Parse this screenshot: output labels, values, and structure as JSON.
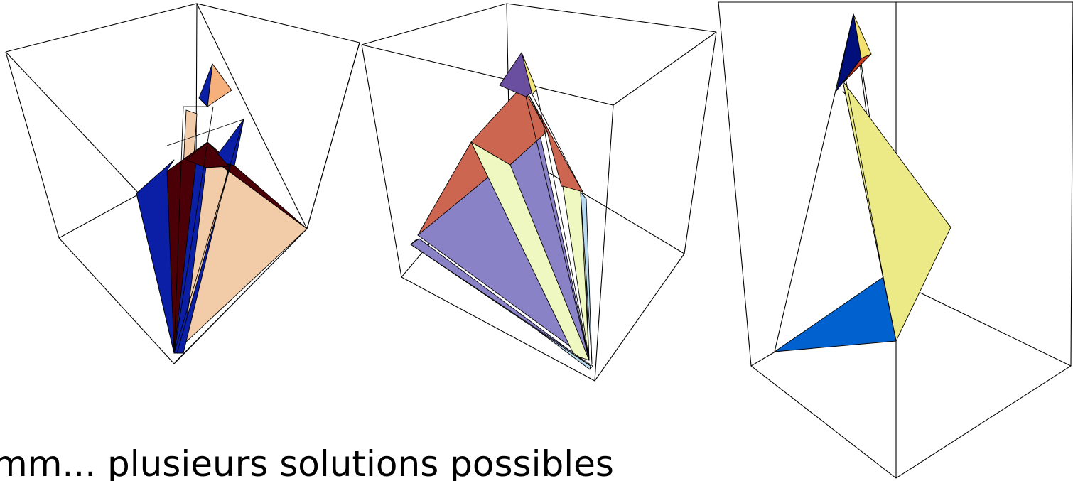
{
  "caption": {
    "text": "mm... plusieurs solutions possibles"
  },
  "figures": [
    {
      "name": "polyhedron-1",
      "colors": [
        "#0a1fa6",
        "#f2cba8",
        "#4a0006",
        "#f5b07c"
      ]
    },
    {
      "name": "polyhedron-2",
      "colors": [
        "#8a82c6",
        "#cc6650",
        "#eef8c0",
        "#6a4ea0",
        "#f2e67a",
        "#b8daf0"
      ]
    },
    {
      "name": "polyhedron-3",
      "colors": [
        "#ece987",
        "#0061cf",
        "#000f7a",
        "#c8381c",
        "#f3e06e"
      ]
    }
  ]
}
